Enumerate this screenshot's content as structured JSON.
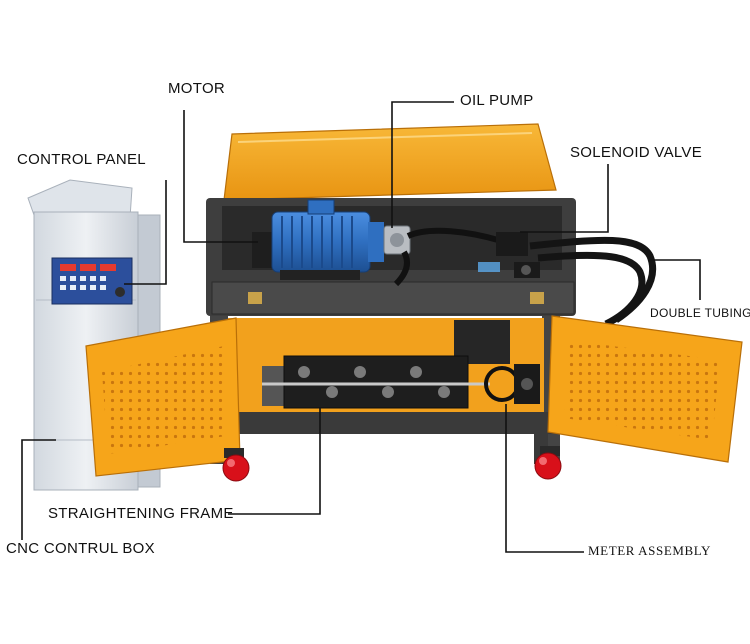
{
  "labels": {
    "motor": "MOTOR",
    "oil_pump": "OIL PUMP",
    "control_panel": "CONTROL PANEL",
    "solenoid_valve": "SOLENOID VALVE",
    "double_tubing": "DOUBLE TUBING",
    "straightening_frame": "STRAIGHTENING FRAME",
    "cnc_control_box": "CNC CONTRUL BOX",
    "meter_assembly": "METER ASSEMBLY"
  },
  "colors": {
    "frame": "#3e3e3e",
    "door_orange": "#f6a51a",
    "motor_blue": "#2f6fc0",
    "cabinet": "#e4e8ed",
    "wheel_red": "#d8101a",
    "leader_line": "#111111"
  }
}
